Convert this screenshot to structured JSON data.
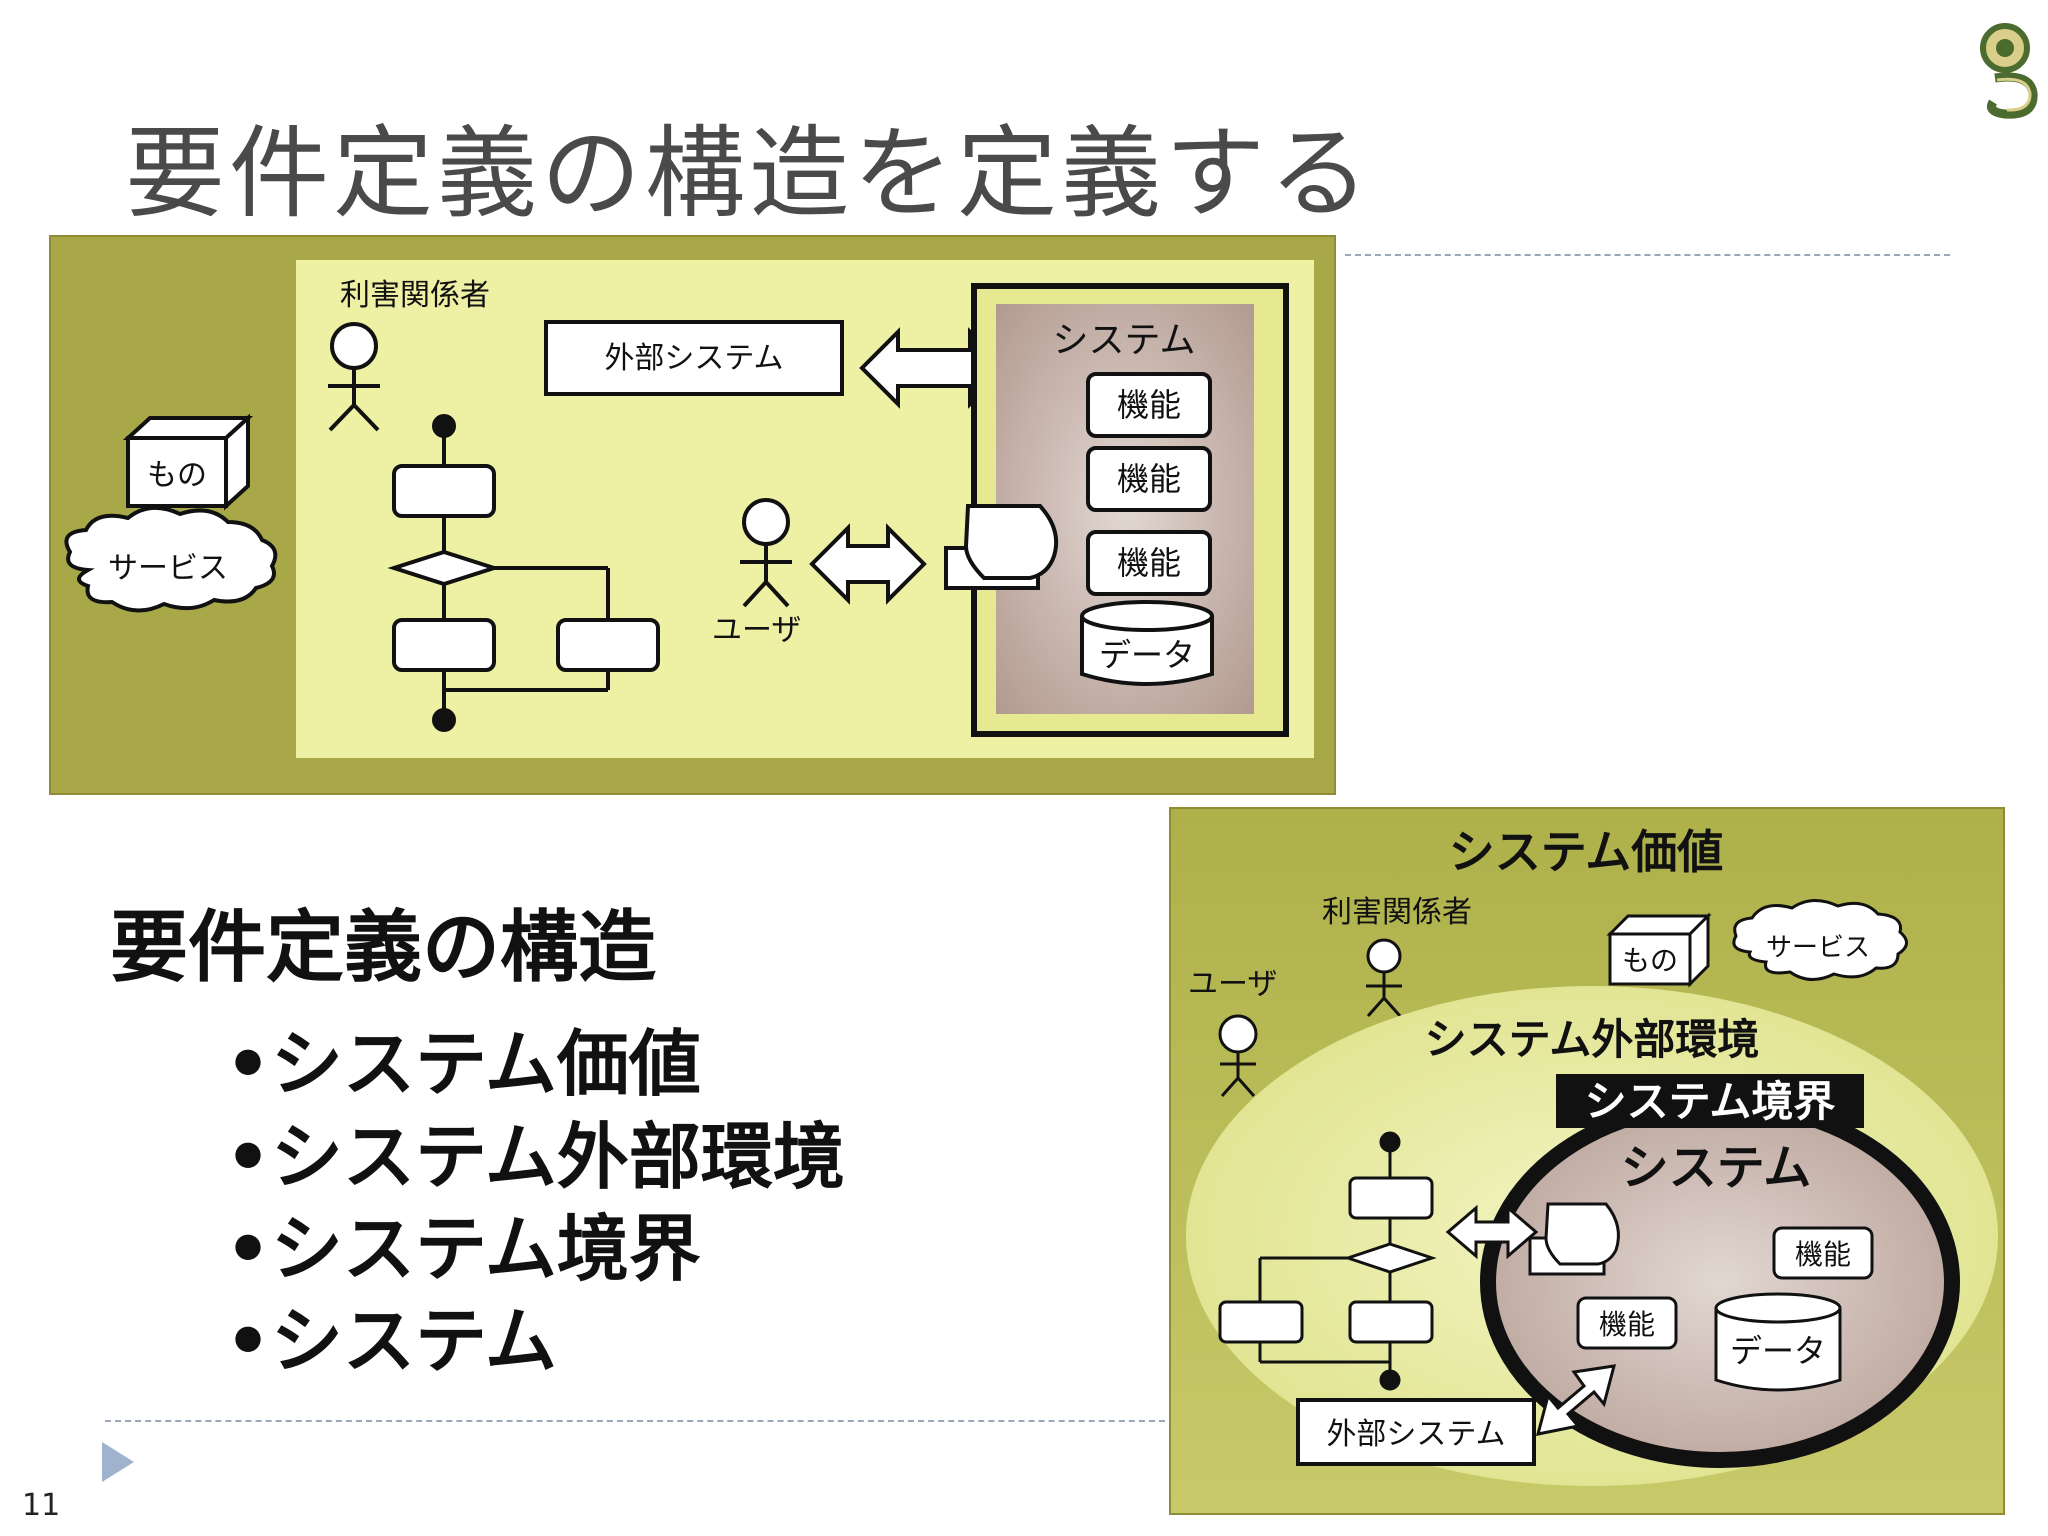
{
  "slide": {
    "title": "要件定義の構造を定義する",
    "page_number": "11"
  },
  "diagram1": {
    "stakeholder_label": "利害関係者",
    "external_system_label": "外部システム",
    "system_label": "システム",
    "function_labels": [
      "機能",
      "機能",
      "機能"
    ],
    "data_label": "データ",
    "thing_label": "もの",
    "service_label": "サービス",
    "user_label": "ユーザ"
  },
  "structure": {
    "heading": "要件定義の構造",
    "items": [
      "•システム価値",
      "•システム外部環境",
      "•システム境界",
      "•システム"
    ]
  },
  "diagram2": {
    "system_value_label": "システム価値",
    "stakeholder_label": "利害関係者",
    "user_label": "ユーザ",
    "thing_label": "もの",
    "service_label": "サービス",
    "external_env_label": "システム外部環境",
    "boundary_label": "システム境界",
    "system_label": "システム",
    "function_labels": [
      "機能",
      "機能"
    ],
    "data_label": "データ",
    "external_system_label": "外部システム"
  },
  "colors": {
    "olive_outer": "#a8a646",
    "olive_inner": "#e8eb98",
    "system_fill": "#c5b0a9",
    "title_text": "#4a4a4a"
  }
}
